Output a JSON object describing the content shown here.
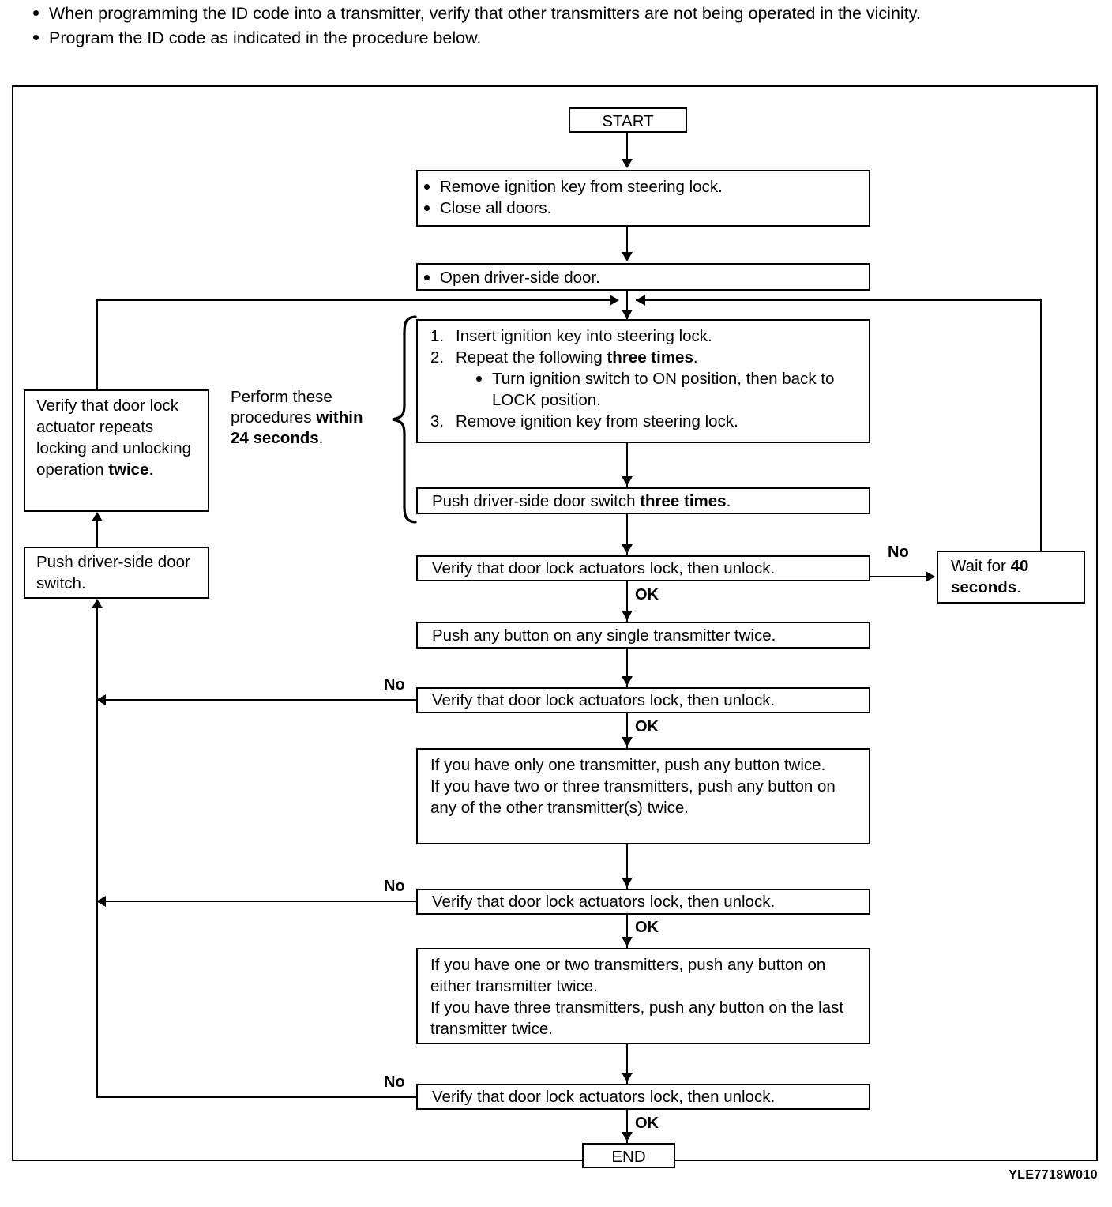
{
  "notes": [
    "When programming the ID code into a transmitter, verify that other transmitters are not being operated in the vicinity.",
    "Program the ID code as indicated in the procedure below."
  ],
  "flowchart": {
    "start_label": "START",
    "end_label": "END",
    "step_prepare": {
      "bullets": [
        "Remove ignition key from steering lock.",
        "Close all doors."
      ]
    },
    "step_open_door": {
      "bullets": [
        "Open driver-side door."
      ]
    },
    "side_caption": {
      "line1": "Perform these",
      "line2_normal": "procedures ",
      "line2_bold": "within",
      "line3_bold": "24 seconds",
      "line3_tail": "."
    },
    "step_ignition": {
      "item1_num": "1.",
      "item1_text": "Insert ignition key into steering lock.",
      "item2_num": "2.",
      "item2_text_pre": "Repeat the following ",
      "item2_text_bold": "three times",
      "item2_text_post": ".",
      "item2_sub": "Turn ignition switch to ON position, then back to LOCK position.",
      "item3_num": "3.",
      "item3_text": "Remove ignition key from steering lock."
    },
    "step_push_switch": {
      "pre": "Push driver-side door switch ",
      "bold": "three times",
      "post": "."
    },
    "verify_1": "Verify that door lock actuators lock, then unlock.",
    "verify_2": "Verify that door lock actuators lock, then unlock.",
    "verify_3": "Verify that door lock actuators lock, then unlock.",
    "verify_4": "Verify that door lock actuators lock, then unlock.",
    "wait_box": {
      "pre": "Wait for ",
      "bold": "40",
      "mid": " ",
      "bold2": "seconds",
      "post": "."
    },
    "verify_actuator_box": {
      "pre": "Verify that door lock actuator repeats locking and unlocking operation ",
      "bold": "twice",
      "post": "."
    },
    "push_switch_box": "Push driver-side door switch.",
    "step_single_tx": "Push any button on any single transmitter twice.",
    "step_other_tx": {
      "line1": "If you have only one transmitter, push any button twice.",
      "line2": "If you have two or three transmitters, push any button on any of the other transmitter(s) twice."
    },
    "step_last_tx": {
      "line1": "If you have one or two transmitters, push any button on either transmitter twice.",
      "line2": "If you have three transmitters, push any button on the last transmitter twice."
    },
    "labels": {
      "ok_1": "OK",
      "ok_2": "OK",
      "ok_3": "OK",
      "ok_4": "OK",
      "no_1": "No",
      "no_2": "No",
      "no_3": "No",
      "no_4": "No"
    }
  },
  "figure_code": "YLE7718W010"
}
